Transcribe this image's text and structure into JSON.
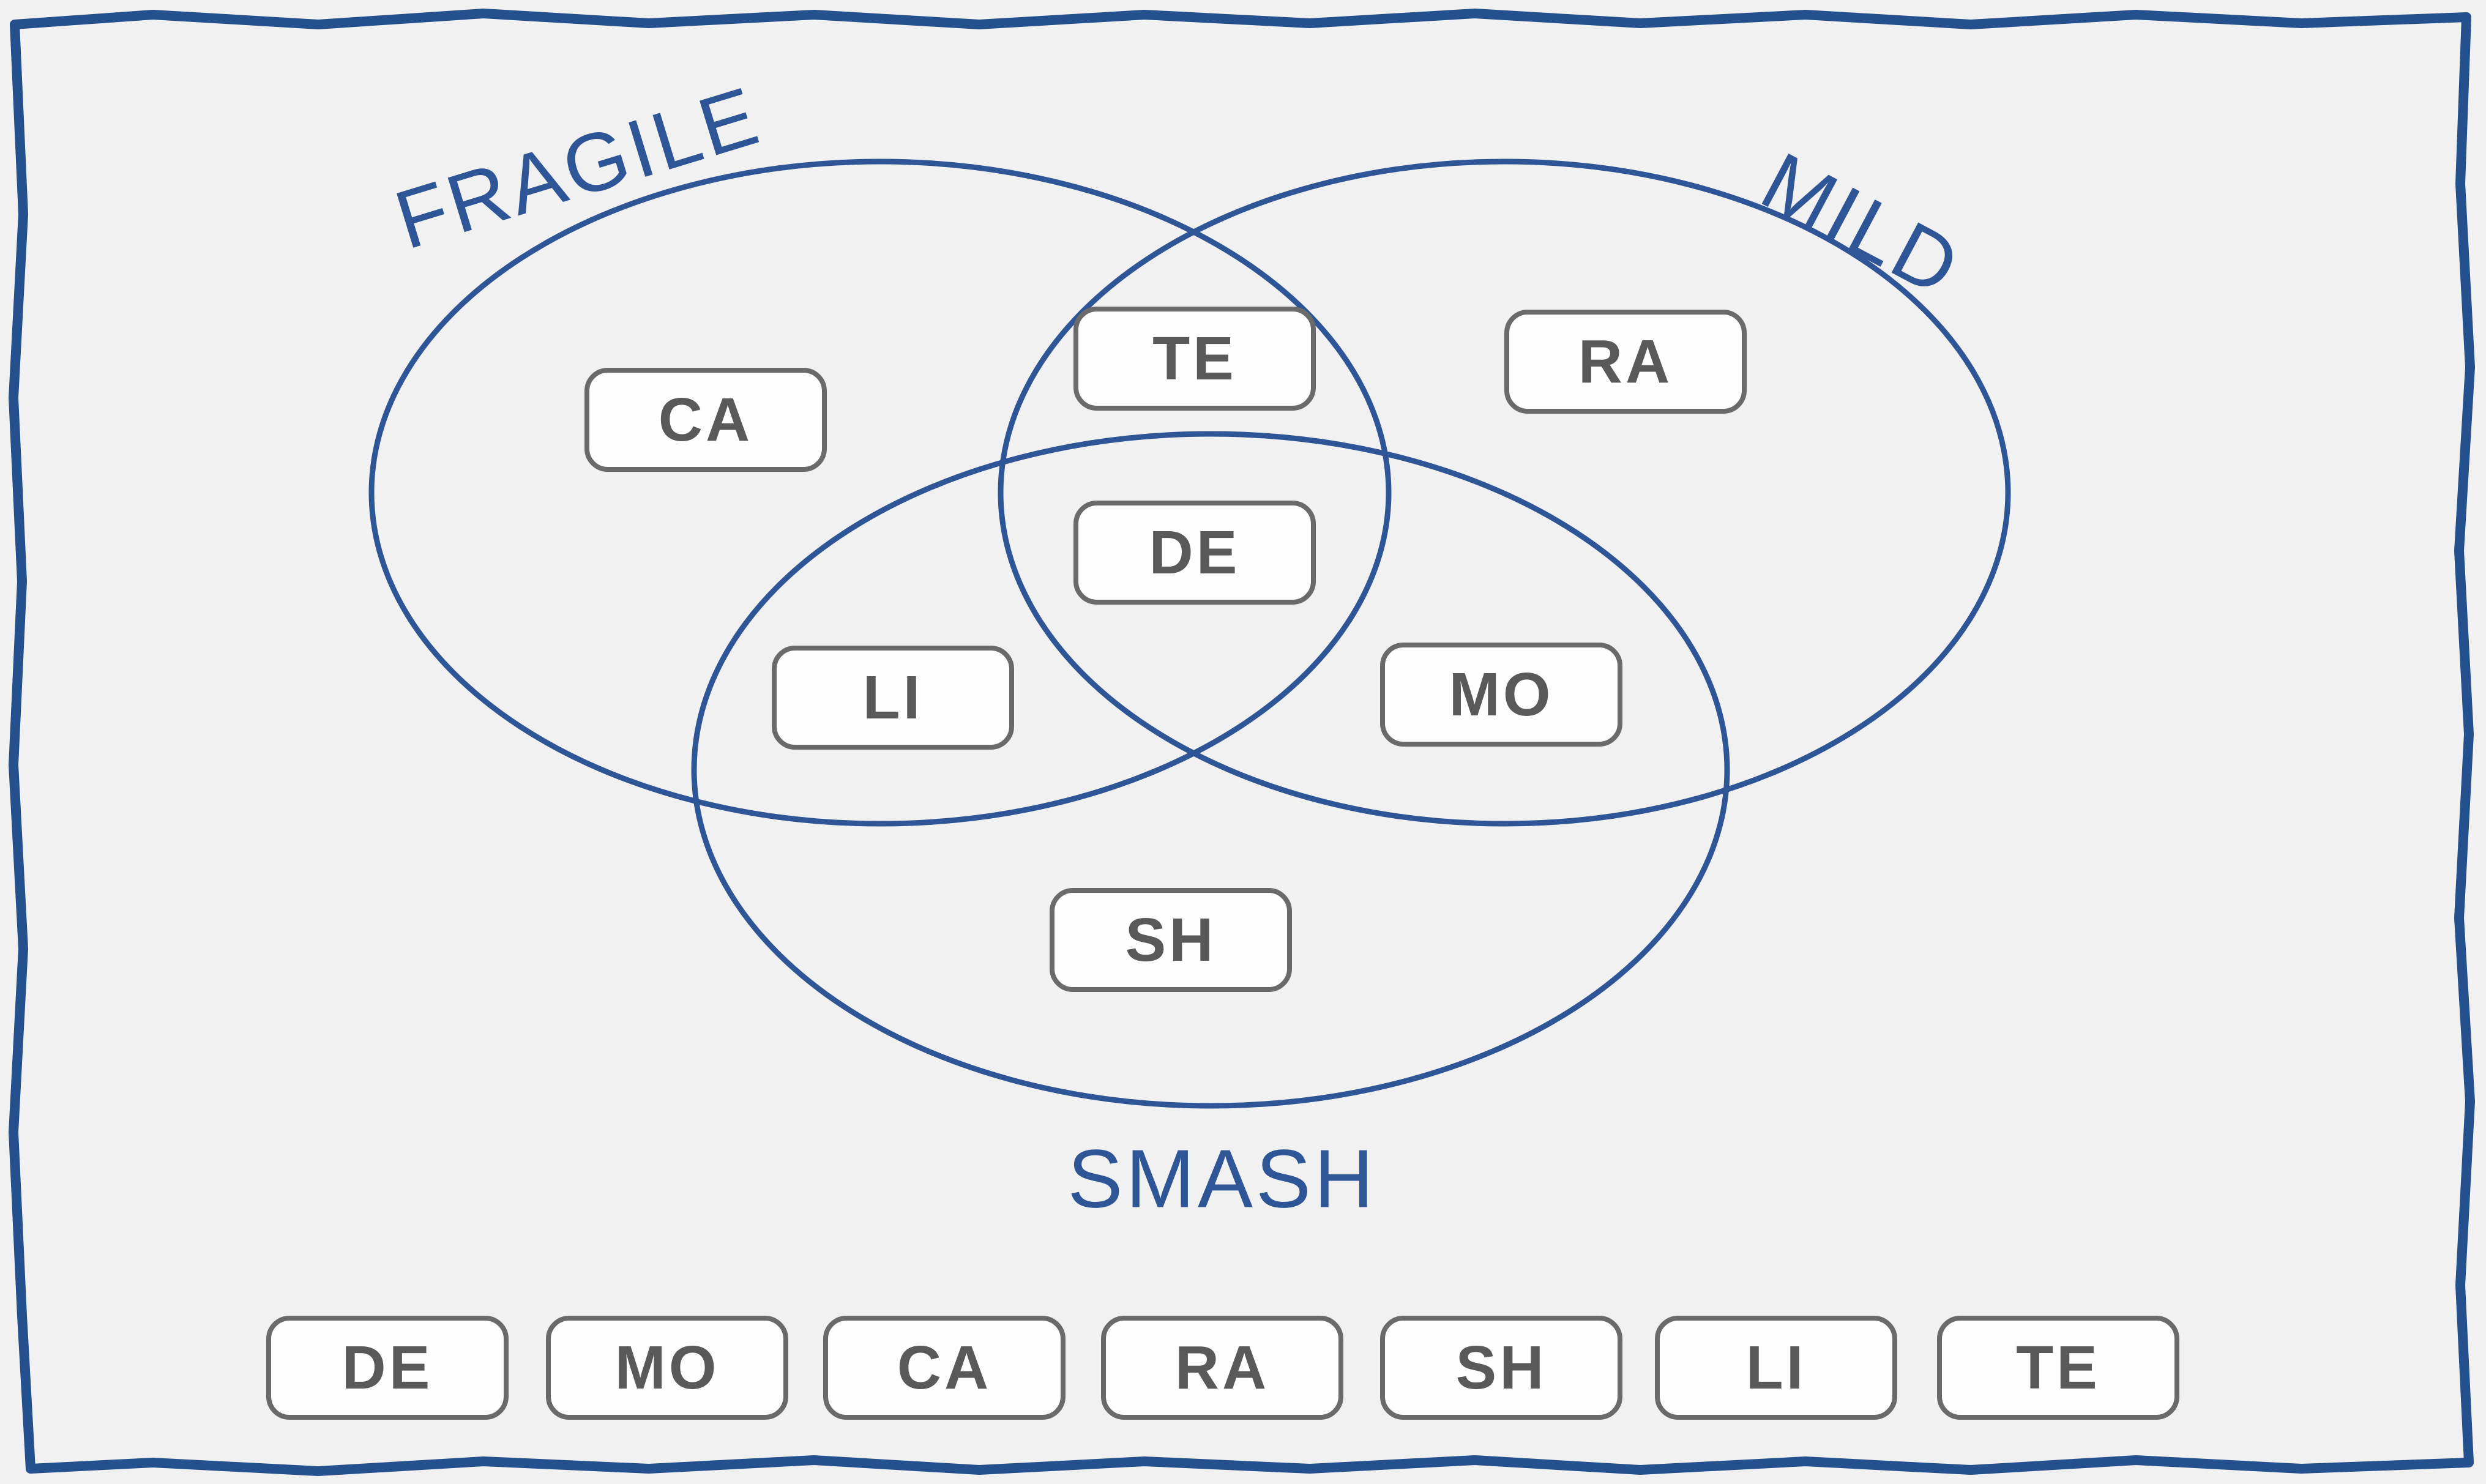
{
  "diagram": {
    "circle_labels": {
      "fragile": "FRAGILE",
      "mild": "MILD",
      "smash": "SMASH"
    },
    "placed_tiles": [
      {
        "label": "CA",
        "region": "fragile"
      },
      {
        "label": "TE",
        "region": "fragile-mild"
      },
      {
        "label": "RA",
        "region": "mild"
      },
      {
        "label": "DE",
        "region": "fragile-mild-smash"
      },
      {
        "label": "LI",
        "region": "fragile-smash"
      },
      {
        "label": "MO",
        "region": "mild-smash"
      },
      {
        "label": "SH",
        "region": "smash"
      }
    ],
    "tray_tiles": [
      {
        "label": "DE"
      },
      {
        "label": "MO"
      },
      {
        "label": "CA"
      },
      {
        "label": "RA"
      },
      {
        "label": "SH"
      },
      {
        "label": "LI"
      },
      {
        "label": "TE"
      }
    ],
    "colors": {
      "circle_stroke": "#2e5596",
      "frame_border": "#24508e",
      "label_text": "#2e5596",
      "tile_fill": "#fdfdfd",
      "tile_border": "#6a6a6a",
      "tile_text": "#595959",
      "background": "#f1f1f2"
    }
  }
}
